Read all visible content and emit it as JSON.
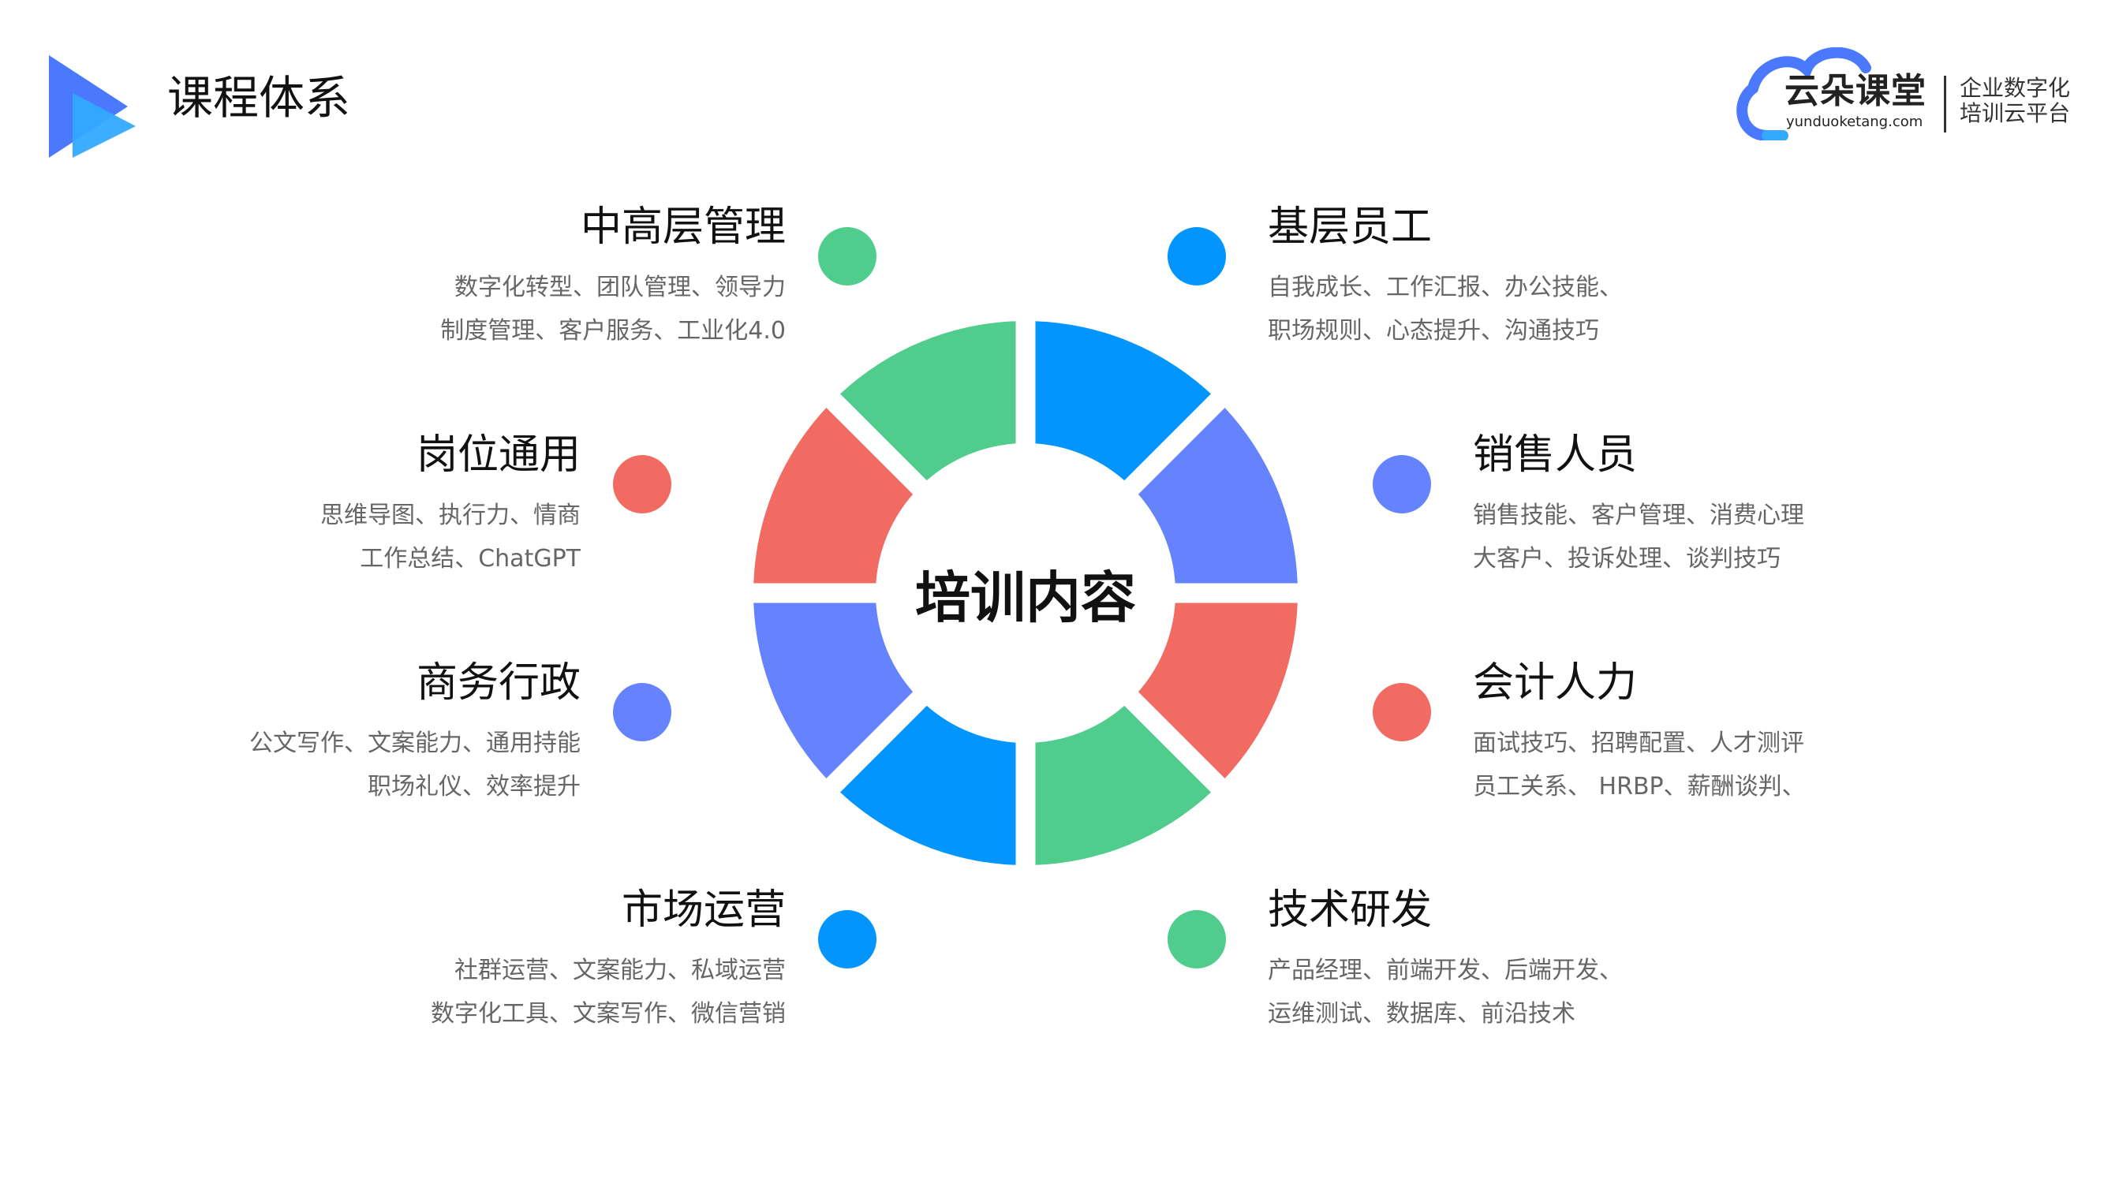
{
  "header": {
    "title": "课程体系"
  },
  "brand": {
    "name": "云朵课堂",
    "url": "yunduoketang.com",
    "tagline_1": "企业数字化",
    "tagline_2": "培训云平台"
  },
  "colors": {
    "green": "#50CD8D",
    "blue": "#0395FE",
    "periwinkle": "#6583FE",
    "red": "#F16B62",
    "logo_blue": "#4A79FE",
    "logo_light_blue": "#33A9FF"
  },
  "diagram": {
    "center": "培训内容",
    "categories": [
      {
        "title": "中高层管理",
        "line1": "数字化转型、团队管理、领导力",
        "line2": "制度管理、客户服务、工业化4.0",
        "color": "#50CD8D"
      },
      {
        "title": "岗位通用",
        "line1": "思维导图、执行力、情商",
        "line2": "工作总结、ChatGPT",
        "color": "#F16B62"
      },
      {
        "title": "商务行政",
        "line1": "公文写作、文案能力、通用持能",
        "line2": "职场礼仪、效率提升",
        "color": "#6583FE"
      },
      {
        "title": "市场运营",
        "line1": "社群运营、文案能力、私域运营",
        "line2": "数字化工具、文案写作、微信营销",
        "color": "#0395FE"
      },
      {
        "title": "基层员工",
        "line1": "自我成长、工作汇报、办公技能、",
        "line2": "职场规则、心态提升、沟通技巧",
        "color": "#0395FE"
      },
      {
        "title": "销售人员",
        "line1": "销售技能、客户管理、消费心理",
        "line2": "大客户、投诉处理、谈判技巧",
        "color": "#6583FE"
      },
      {
        "title": "会计人力",
        "line1": "面试技巧、招聘配置、人才测评",
        "line2": "员工关系、 HRBP、薪酬谈判、",
        "color": "#F16B62"
      },
      {
        "title": "技术研发",
        "line1": "产品经理、前端开发、后端开发、",
        "line2": "运维测试、数据库、前沿技术",
        "color": "#50CD8D"
      }
    ],
    "segments": [
      {
        "color": "#0395FE"
      },
      {
        "color": "#6583FE"
      },
      {
        "color": "#F16B62"
      },
      {
        "color": "#50CD8D"
      },
      {
        "color": "#0395FE"
      },
      {
        "color": "#6583FE"
      },
      {
        "color": "#F16B62"
      },
      {
        "color": "#50CD8D"
      }
    ]
  }
}
